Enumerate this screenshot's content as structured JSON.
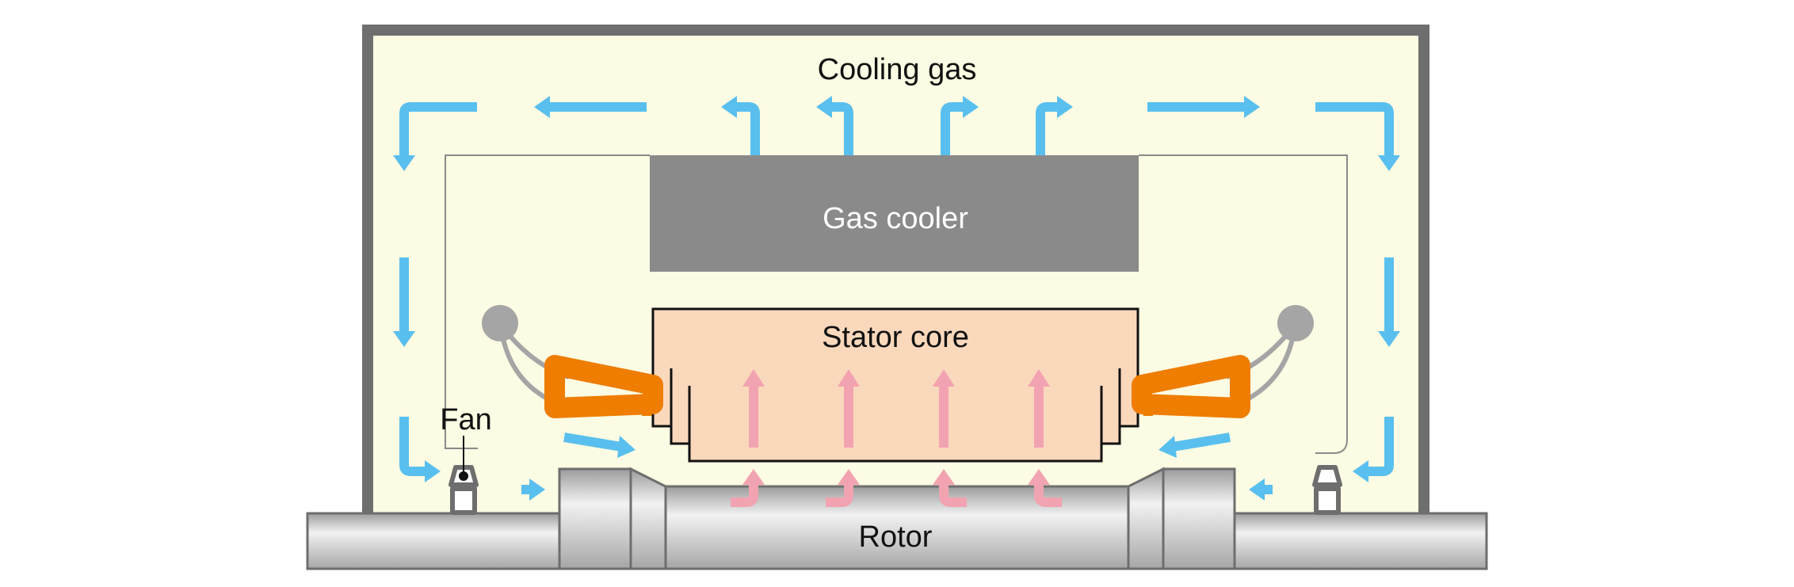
{
  "labels": {
    "cooling_gas": "Cooling gas",
    "gas_cooler": "Gas cooler",
    "stator_core": "Stator core",
    "fan": "Fan",
    "rotor": "Rotor"
  },
  "colors": {
    "housing_frame": "#6e6e6e",
    "housing_fill": "#fcfbe3",
    "gas_cooler": "#8a8a8a",
    "stator_core": "#fad8bc",
    "coil": "#ee7d00",
    "terminal": "#a5a5a5",
    "cooling_gas_arrow": "#59bfee",
    "heated_gas_arrow": "#f2a3b1",
    "rotor_fill": "#c9c9c9",
    "text": "#111111",
    "text_on_cooler": "#ffffff"
  }
}
